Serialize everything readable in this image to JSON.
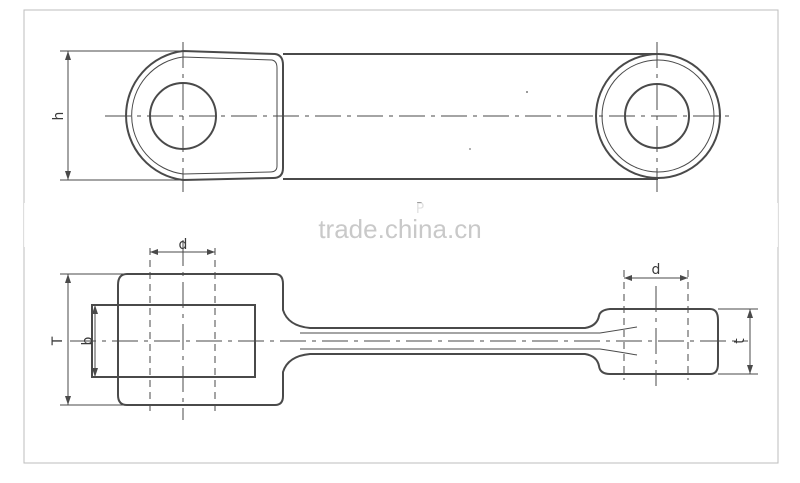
{
  "watermark": "trade.china.cn",
  "dimensions": {
    "h": "h",
    "P": "P",
    "d_left": "d",
    "d_right": "d",
    "T": "T",
    "b": "b",
    "t": "t"
  }
}
